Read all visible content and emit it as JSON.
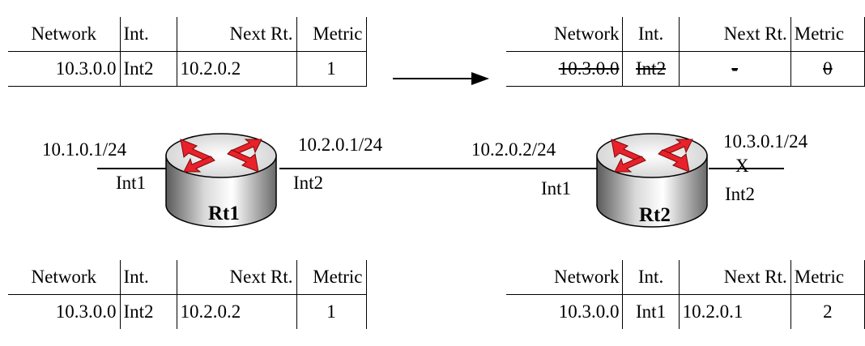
{
  "tables": {
    "rt1_top": {
      "headers": [
        "Network",
        "Int.",
        "Next Rt.",
        "Metric"
      ],
      "row": [
        "10.3.0.0",
        "Int2",
        "10.2.0.2",
        "1"
      ]
    },
    "rt2_top": {
      "headers": [
        "Network",
        "Int.",
        "Next Rt.",
        "Metric"
      ],
      "row": [
        "10.3.0.0",
        "Int2",
        "-",
        "0"
      ]
    },
    "rt1_bottom": {
      "headers": [
        "Network",
        "Int.",
        "Next Rt.",
        "Metric"
      ],
      "row": [
        "10.3.0.0",
        "Int2",
        "10.2.0.2",
        "1"
      ]
    },
    "rt2_bottom": {
      "headers": [
        "Network",
        "Int.",
        "Next Rt.",
        "Metric"
      ],
      "row": [
        "10.3.0.0",
        "Int1",
        "10.2.0.1",
        "2"
      ]
    }
  },
  "routers": {
    "rt1": {
      "name": "Rt1",
      "left_ip": "10.1.0.1/24",
      "left_int": "Int1",
      "right_ip": "10.2.0.1/24",
      "right_int": "Int2"
    },
    "rt2": {
      "name": "Rt2",
      "left_ip": "10.2.0.2/24",
      "left_int": "Int1",
      "right_ip": "10.3.0.1/24",
      "right_int": "Int2",
      "failure_mark": "X"
    }
  },
  "colors": {
    "router_arrow": "#e8212a",
    "router_body": "#8a8a8a",
    "line": "#000000"
  },
  "icons": [
    "router-icon",
    "arrow-right-icon"
  ]
}
